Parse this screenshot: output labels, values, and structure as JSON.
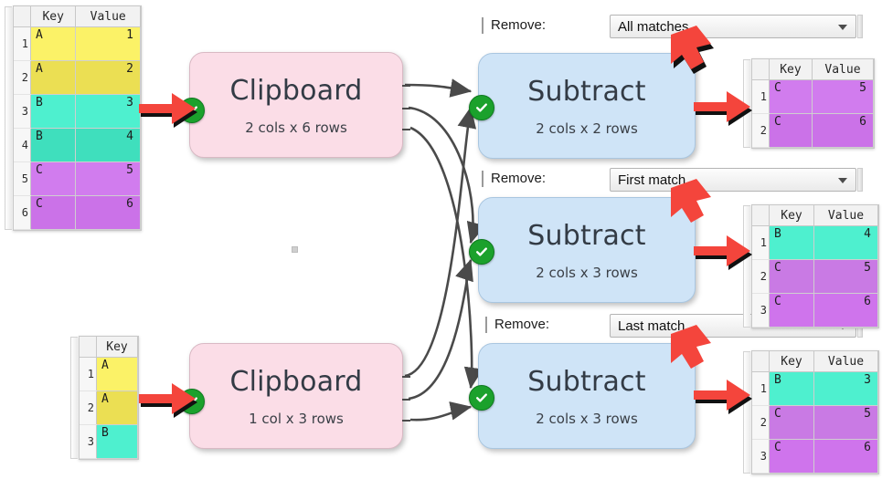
{
  "app": {
    "canvas_background": "#ffffff",
    "node_clipboard_color": "#fbdde7",
    "node_subtract_color": "#cfe4f7",
    "status_ok_color": "#1ba12c",
    "annotation_arrow_color": "#f4453c"
  },
  "tables": {
    "source_top": {
      "name": "clipboard-source-table-top",
      "headers": [
        "Key",
        "Value"
      ],
      "rows": [
        {
          "n": "1",
          "key": "A",
          "value": "1",
          "color": "#fbf267"
        },
        {
          "n": "2",
          "key": "A",
          "value": "2",
          "color": "#ebdf53"
        },
        {
          "n": "3",
          "key": "B",
          "value": "3",
          "color": "#4ef0cf"
        },
        {
          "n": "4",
          "key": "B",
          "value": "4",
          "color": "#3fdfbd"
        },
        {
          "n": "5",
          "key": "C",
          "value": "5",
          "color": "#d17cee"
        },
        {
          "n": "6",
          "key": "C",
          "value": "6",
          "color": "#cb72e8"
        }
      ]
    },
    "source_bottom": {
      "name": "clipboard-source-table-bottom",
      "headers": [
        "Key"
      ],
      "rows": [
        {
          "n": "1",
          "key": "A",
          "color": "#fbf267"
        },
        {
          "n": "2",
          "key": "A",
          "color": "#ebdf53"
        },
        {
          "n": "3",
          "key": "B",
          "color": "#4ef0cf"
        }
      ]
    },
    "result_top": {
      "name": "subtract-result-table-all-matches",
      "headers": [
        "Key",
        "Value"
      ],
      "rows": [
        {
          "n": "1",
          "key": "C",
          "value": "5",
          "color": "#d17cee"
        },
        {
          "n": "2",
          "key": "C",
          "value": "6",
          "color": "#cb72e8"
        }
      ]
    },
    "result_middle": {
      "name": "subtract-result-table-first-match",
      "headers": [
        "Key",
        "Value"
      ],
      "rows": [
        {
          "n": "1",
          "key": "B",
          "value": "4",
          "color": "#4ef0cf"
        },
        {
          "n": "2",
          "key": "C",
          "value": "5",
          "color": "#c97ae4"
        },
        {
          "n": "3",
          "key": "C",
          "value": "6",
          "color": "#cf74ec"
        }
      ]
    },
    "result_bottom": {
      "name": "subtract-result-table-last-match",
      "headers": [
        "Key",
        "Value"
      ],
      "rows": [
        {
          "n": "1",
          "key": "B",
          "value": "3",
          "color": "#4ef0cf"
        },
        {
          "n": "2",
          "key": "C",
          "value": "5",
          "color": "#c97ae4"
        },
        {
          "n": "3",
          "key": "C",
          "value": "6",
          "color": "#cf74ec"
        }
      ]
    }
  },
  "nodes": {
    "clipboard_top": {
      "title": "Clipboard",
      "subtitle": "2 cols x 6 rows",
      "status": "ok"
    },
    "clipboard_bottom": {
      "title": "Clipboard",
      "subtitle": "1 col x 3 rows",
      "status": "ok"
    },
    "subtract_top": {
      "title": "Subtract",
      "subtitle": "2 cols x 2 rows",
      "status": "ok"
    },
    "subtract_middle": {
      "title": "Subtract",
      "subtitle": "2 cols x 3 rows",
      "status": "ok"
    },
    "subtract_bottom": {
      "title": "Subtract",
      "subtitle": "2 cols x 3 rows",
      "status": "ok"
    }
  },
  "controls": {
    "remove_label": "Remove:",
    "remove_top": {
      "value": "All matches"
    },
    "remove_middle": {
      "value": "First match"
    },
    "remove_bottom": {
      "value": "Last match"
    }
  }
}
